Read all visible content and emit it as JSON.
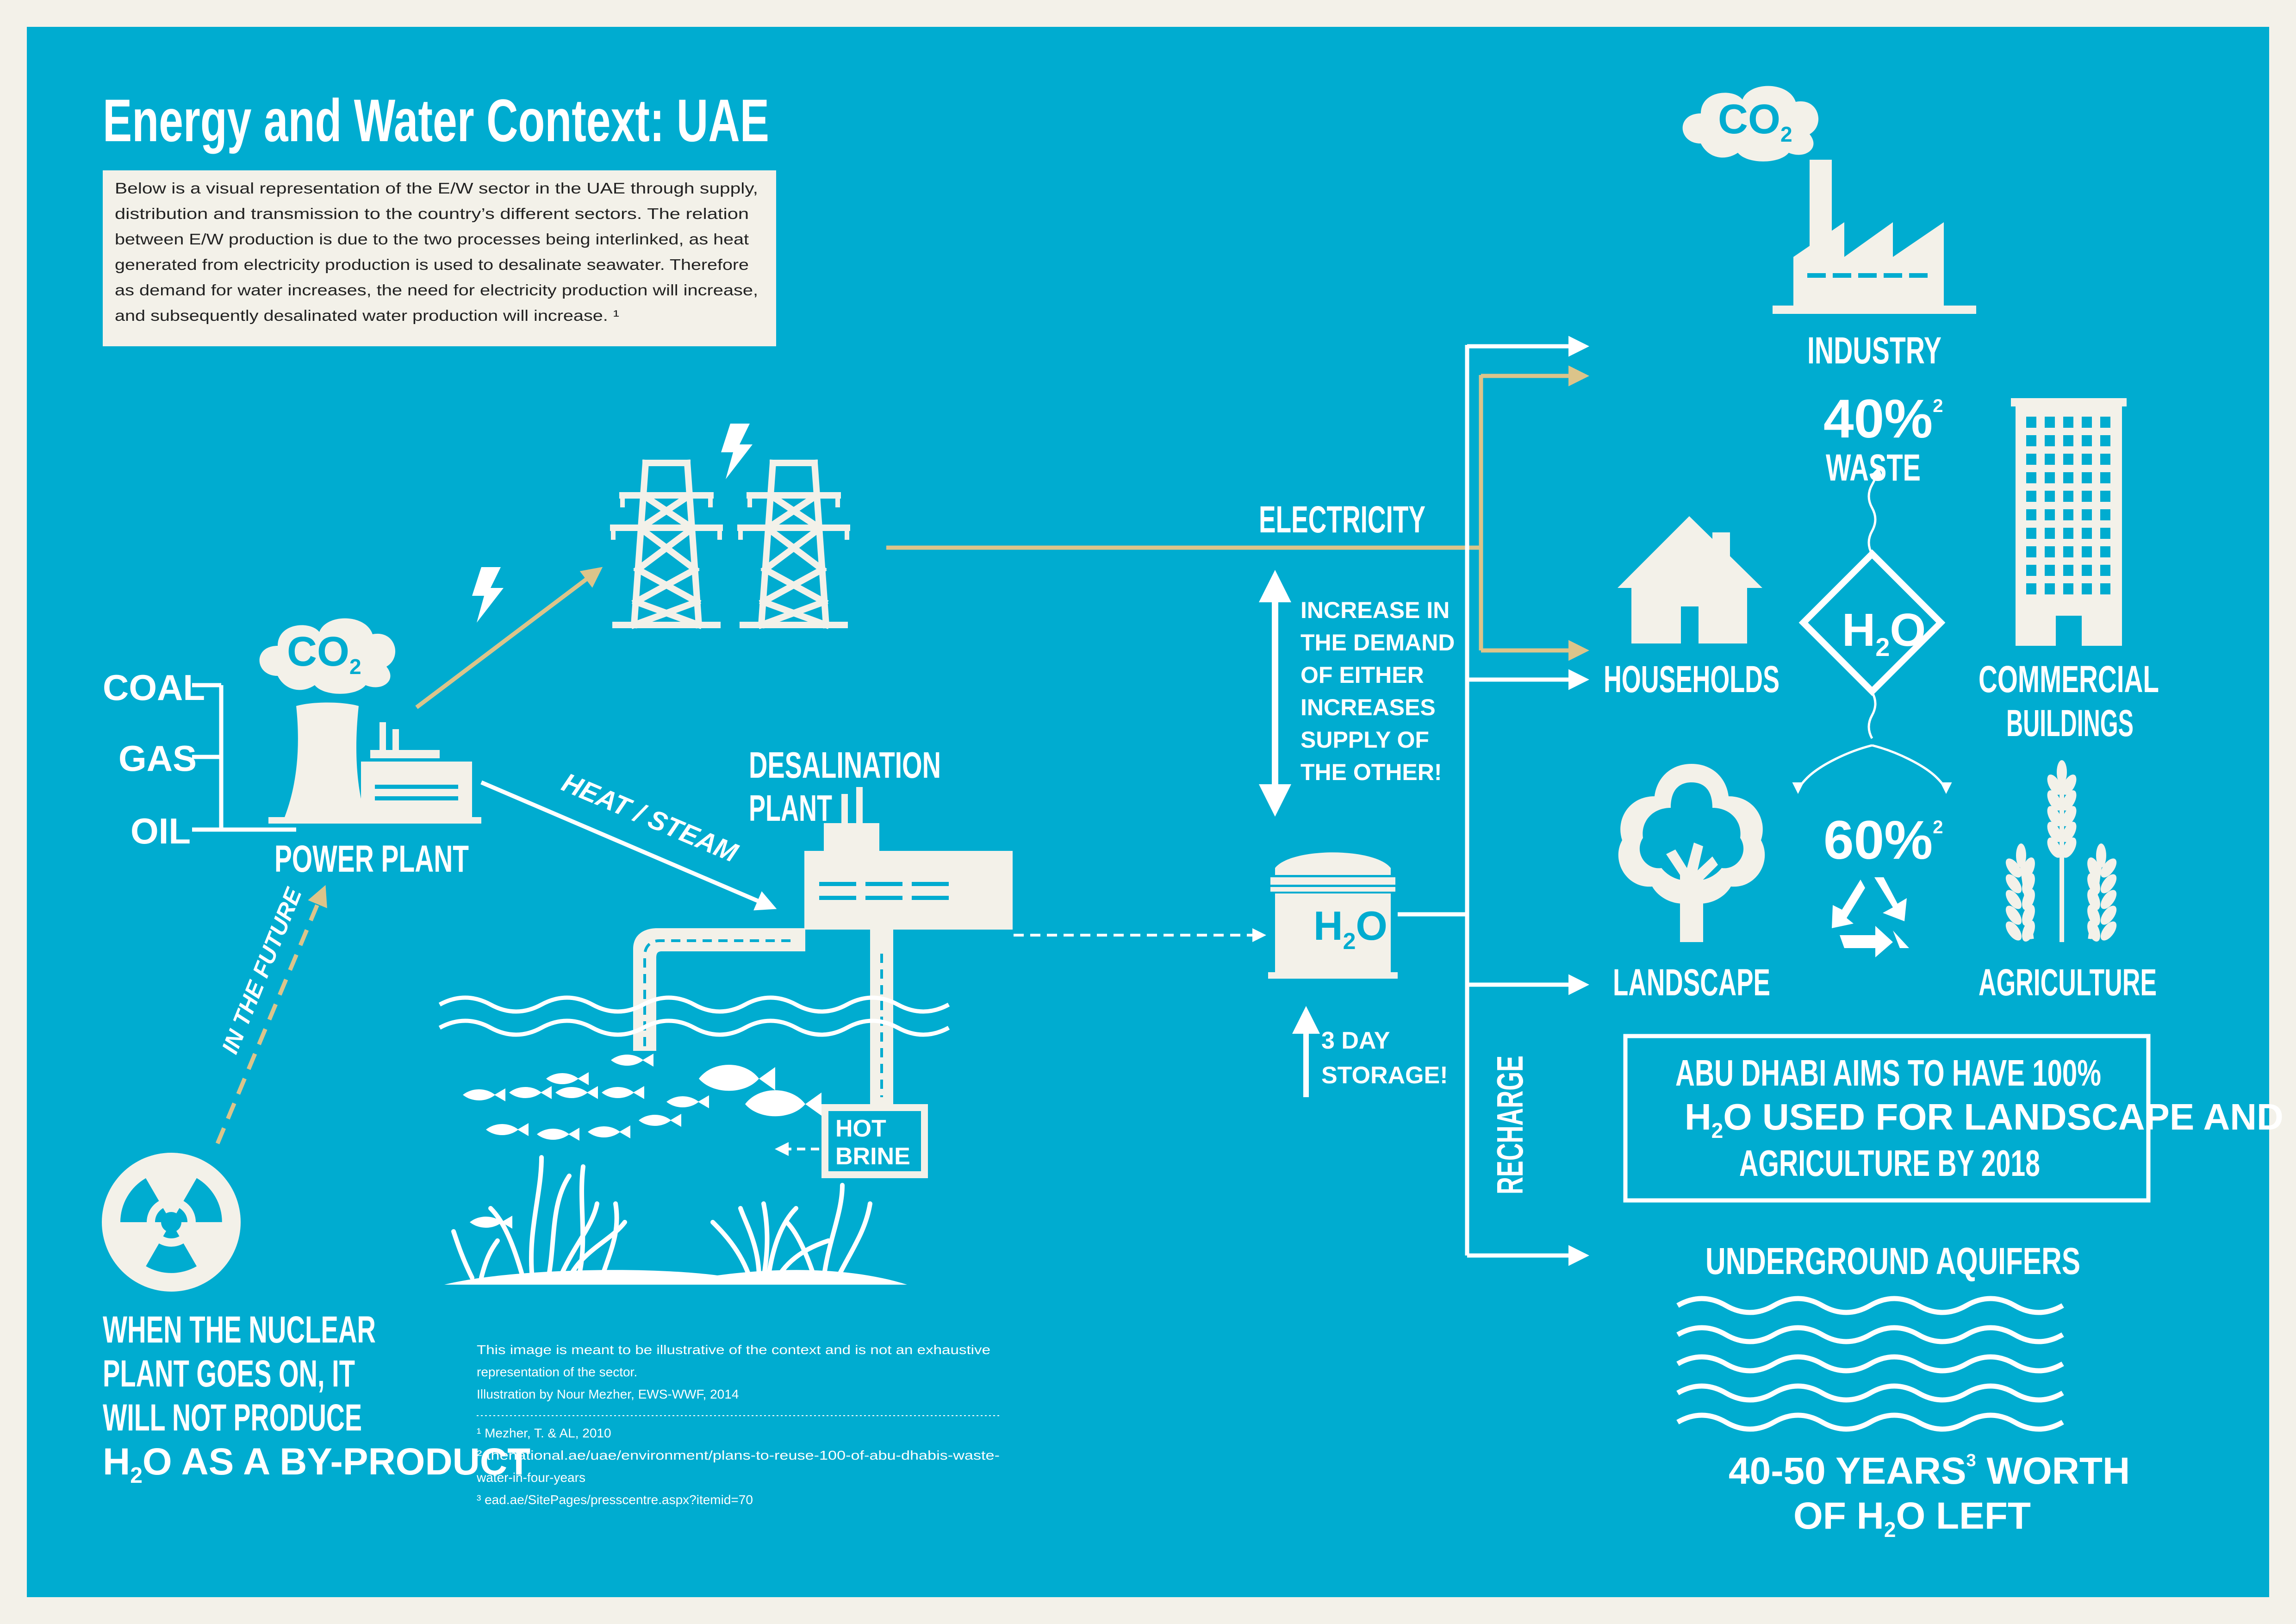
{
  "title": "Energy and Water Context: UAE",
  "intro": [
    "Below is a visual representation of the E/W sector in the UAE through supply,",
    "distribution and transmission to the country’s different sectors. The relation",
    "between E/W production is due to the two processes being interlinked, as heat",
    "generated from electricity production is used to desalinate seawater. Therefore",
    "as demand for water increases, the need for electricity production will increase,",
    "and subsequently desalinated water production will increase. ¹"
  ],
  "fuels": {
    "coal": "COAL",
    "gas": "GAS",
    "oil": "OIL"
  },
  "co2": {
    "c": "CO",
    "sub": "2"
  },
  "power_plant": "POWER PLANT",
  "heat_steam": "HEAT / STEAM",
  "desal": {
    "line1": "DESALINATION",
    "line2": "PLANT"
  },
  "hot_brine": {
    "line1": "HOT",
    "line2": "BRINE"
  },
  "electricity": "ELECTRICITY",
  "demand_note": [
    "INCREASE IN",
    "THE DEMAND",
    "OF EITHER",
    "INCREASES",
    "SUPPLY OF",
    "THE OTHER!"
  ],
  "storage_note": [
    "3 DAY",
    "STORAGE!"
  ],
  "h2o": {
    "h": "H",
    "sub": "2",
    "o": "O"
  },
  "in_future": "IN THE FUTURE",
  "nuclear_note": [
    "WHEN THE NUCLEAR",
    "PLANT GOES ON, IT",
    "WILL NOT PRODUCE",
    "AS A BY-PRODUCT"
  ],
  "recharge": "RECHARGE",
  "sectors": {
    "industry": "INDUSTRY",
    "households": "HOUSEHOLDS",
    "commercial": [
      "COMMERCIAL",
      "BUILDINGS"
    ],
    "landscape": "LANDSCAPE",
    "agriculture": "AGRICULTURE"
  },
  "waste": {
    "pct": "40%",
    "sup": "2",
    "label": "WASTE"
  },
  "recycle": {
    "pct": "60%",
    "sup": "2"
  },
  "abu_dhabi": {
    "line1": "ABU DHABI AIMS TO HAVE 100%",
    "line2": "USED FOR LANDSCAPE AND",
    "line3": "AGRICULTURE BY 2018"
  },
  "aquifers": "UNDERGROUND AQUIFERS",
  "years_left": {
    "line1a": "40-50 YEARS",
    "sup": "3",
    "line1b": " WORTH",
    "line2a": "OF ",
    "line2b": " LEFT"
  },
  "footnote": {
    "disclaimer": [
      "This image is meant to be illustrative of the context and is not an exhaustive",
      "representation of the sector.",
      "Illustration by Nour Mezher, EWS-WWF, 2014"
    ],
    "refs": [
      "¹ Mezher, T. & AL, 2010",
      "² thenational.ae/uae/environment/plans-to-reuse-100-of-abu-dhabis-waste-",
      "water-in-four-years",
      "³ ead.ae/SitePages/presscentre.aspx?itemid=70"
    ]
  },
  "colors": {
    "background": "#00acd0",
    "frame": "#f3f1e9",
    "cream": "#f3f1e9",
    "gold": "#dcc48a",
    "white": "#ffffff"
  }
}
